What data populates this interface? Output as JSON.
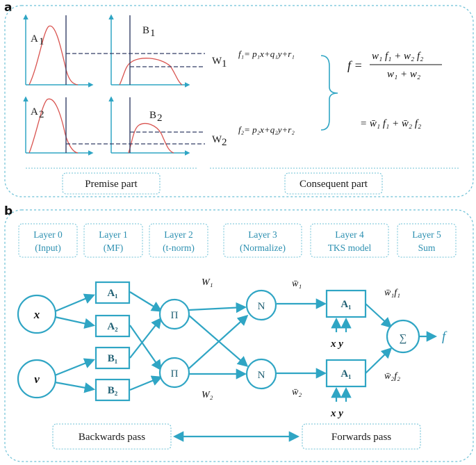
{
  "panel_a": {
    "label": "a",
    "mf_labels": {
      "a1": "A",
      "a1_sub": "1",
      "b1": "B",
      "b1_sub": "1",
      "a2": "A",
      "a2_sub": "2",
      "b2": "B",
      "b2_sub": "2"
    },
    "weights": {
      "w1": "W",
      "w1_sub": "1",
      "w2": "W",
      "w2_sub": "2"
    },
    "rules": {
      "f1": "f₁= p₁x+q₁y+r₁",
      "f2": "f₂= p₂x+q₂y+r₂"
    },
    "formula": {
      "lhs": "f  =",
      "numerator": "w₁ f₁ + w₂ f₂",
      "denominator": "w₁ + w₂",
      "second": "= w̄₁ f₁ + w̄₂ f₂"
    },
    "premise_label": "Premise part",
    "consequent_label": "Consequent part"
  },
  "panel_b": {
    "label": "b",
    "layers": [
      {
        "line1": "Layer 0",
        "line2": "(Input)"
      },
      {
        "line1": "Layer 1",
        "line2": "(MF)"
      },
      {
        "line1": "Layer 2",
        "line2": "(t-norm)"
      },
      {
        "line1": "Layer 3",
        "line2": "(Normalize)"
      },
      {
        "line1": "Layer 4",
        "line2": "TKS model"
      },
      {
        "line1": "Layer 5",
        "line2": "Sum"
      }
    ],
    "inputs": {
      "x": "x",
      "y": "v"
    },
    "mf_boxes": [
      "A₁",
      "A₂",
      "B₁",
      "B₂"
    ],
    "pi_nodes": [
      "Π",
      "Π"
    ],
    "n_nodes": [
      "N",
      "N"
    ],
    "consequent_boxes": [
      "A₁",
      "A₁"
    ],
    "w_labels": {
      "w1": "W₁",
      "w2": "W₂"
    },
    "wbar_labels": {
      "w1": "w̄₁",
      "w2": "w̄₂"
    },
    "wf_labels": {
      "w1f1": "w̄₁f₁",
      "w2f2": "w̄₂f₂"
    },
    "xy_labels": {
      "top": "x  y",
      "bottom": "x  y"
    },
    "sum_node": "∑",
    "output": "f",
    "backwards_label": "Backwards pass",
    "forwards_label": "Forwards pass"
  }
}
